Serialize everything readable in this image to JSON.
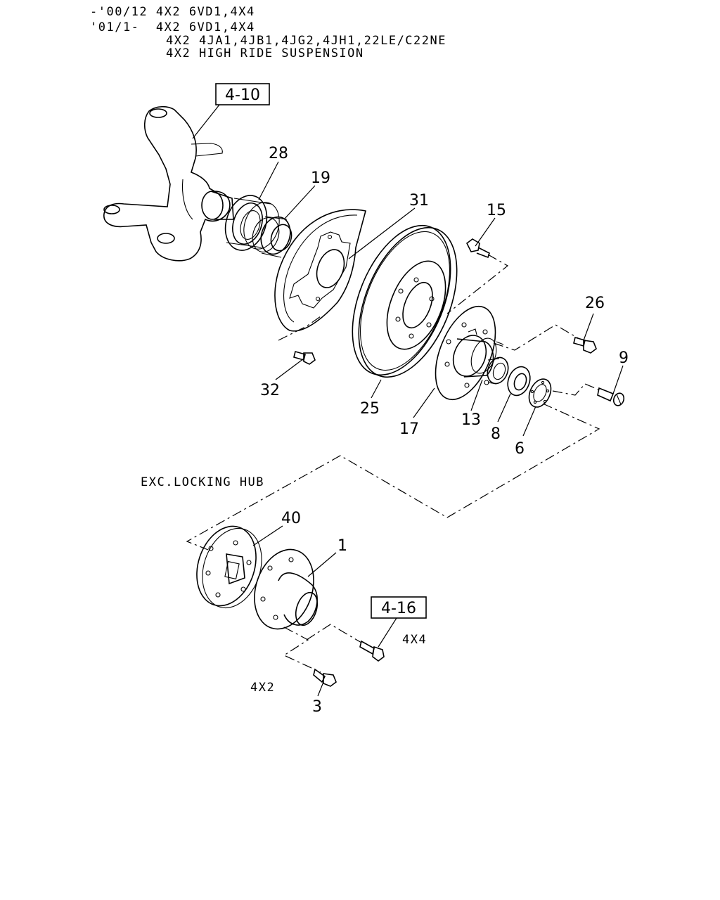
{
  "header": {
    "line1": "-'00/12 4X2 6VD1,4X4",
    "line2": "'01/1-  4X2 6VD1,4X4",
    "line3": "4X2 4JA1,4JB1,4JG2,4JH1,22LE/C22NE",
    "line4": "4X2 HIGH RIDE SUSPENSION"
  },
  "references": {
    "knuckle_ref": "4-10",
    "locking_hub_ref": "4-16"
  },
  "notes": {
    "exc_locking_hub": "EXC.LOCKING HUB",
    "variant_4x4": "4X4",
    "variant_4x2": "4X2"
  },
  "callouts": {
    "p28": "28",
    "p19": "19",
    "p31": "31",
    "p15": "15",
    "p26": "26",
    "p9": "9",
    "p32": "32",
    "p25": "25",
    "p17": "17",
    "p13": "13",
    "p8": "8",
    "p6": "6",
    "p40": "40",
    "p1": "1",
    "p3": "3"
  }
}
